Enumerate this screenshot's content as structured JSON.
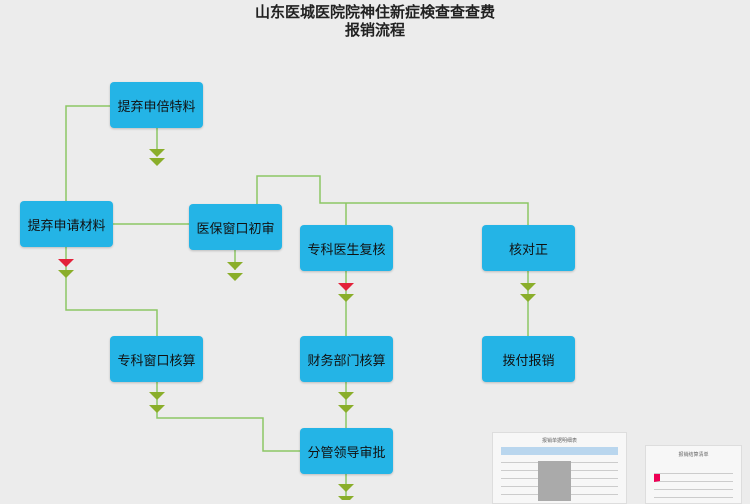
{
  "title": {
    "line1": "山东医城医院院神住新症検查查查费",
    "line2": "报销流程"
  },
  "nodes": {
    "n1": "提弃申倍特料",
    "n2": "提弃申请材料",
    "n3": "医保窗口初审",
    "n4": "专科医生复核",
    "n5": "核对正",
    "n6": "专科窗口核算",
    "n7": "财务部门核算",
    "n8": "拨付报销",
    "n9": "分管领导审批"
  },
  "documents": {
    "doc1_title": "报销单据明细表",
    "doc2_title": "报销结算清单"
  },
  "colors": {
    "box": "#24b4e6",
    "line": "#8cc665",
    "arrow_green": "#8aae2a",
    "arrow_red": "#e3223a"
  }
}
